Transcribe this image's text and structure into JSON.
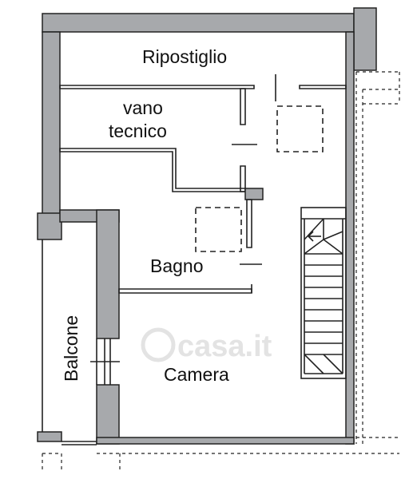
{
  "rooms": {
    "ripostiglio": "Ripostiglio",
    "vano_line1": "vano",
    "vano_line2": "tecnico",
    "bagno": "Bagno",
    "camera": "Camera",
    "balcone": "Balcone"
  },
  "watermark": "casa.it"
}
